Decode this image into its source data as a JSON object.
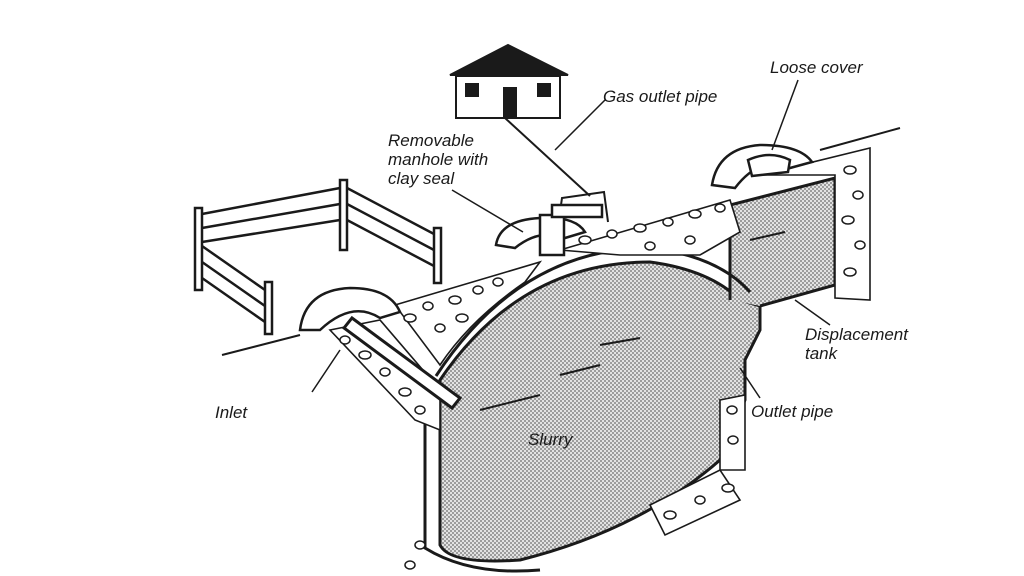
{
  "diagram": {
    "labels": {
      "loose_cover": "Loose cover",
      "gas_outlet_pipe": "Gas outlet pipe",
      "manhole": "Removable\nmanhole with\nclay seal",
      "displacement_tank": "Displacement\ntank",
      "outlet_pipe": "Outlet pipe",
      "inlet": "Inlet",
      "slurry": "Slurry"
    },
    "colors": {
      "ink": "#1a1a1a",
      "slurry_fill": "#cfcfcf",
      "background": "#ffffff"
    }
  }
}
